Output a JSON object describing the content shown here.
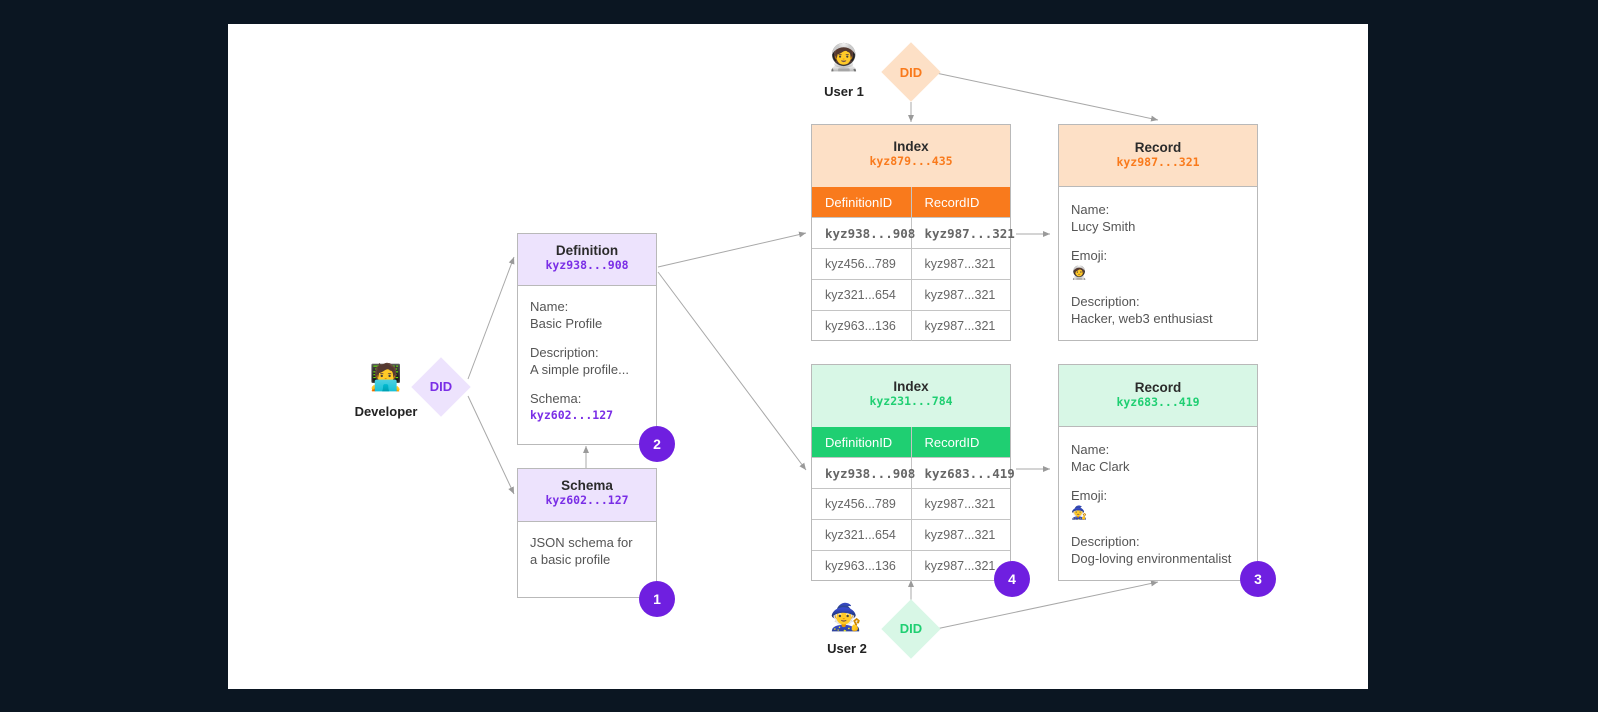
{
  "actors": {
    "developer": {
      "label": "Developer",
      "emoji": "🧑‍💻",
      "did": "DID"
    },
    "user1": {
      "label": "User 1",
      "emoji": "🧑‍🚀",
      "did": "DID"
    },
    "user2": {
      "label": "User 2",
      "emoji": "🧙",
      "did": "DID"
    }
  },
  "definition": {
    "title": "Definition",
    "id": "kyz938...908",
    "fields": [
      {
        "label": "Name:",
        "value": "Basic Profile"
      },
      {
        "label": "Description:",
        "value": "A simple profile..."
      },
      {
        "label": "Schema:",
        "value": "kyz602...127"
      }
    ],
    "badge": "2"
  },
  "schema": {
    "title": "Schema",
    "id": "kyz602...127",
    "body_line1": "JSON schema for",
    "body_line2": "a basic profile",
    "badge": "1"
  },
  "index1": {
    "title": "Index",
    "id": "kyz879...435",
    "columns": [
      "DefinitionID",
      "RecordID"
    ],
    "rows": [
      [
        "kyz938...908",
        "kyz987...321"
      ],
      [
        "kyz456...789",
        "kyz987...321"
      ],
      [
        "kyz321...654",
        "kyz987...321"
      ],
      [
        "kyz963...136",
        "kyz987...321"
      ]
    ]
  },
  "index2": {
    "title": "Index",
    "id": "kyz231...784",
    "columns": [
      "DefinitionID",
      "RecordID"
    ],
    "rows": [
      [
        "kyz938...908",
        "kyz683...419"
      ],
      [
        "kyz456...789",
        "kyz987...321"
      ],
      [
        "kyz321...654",
        "kyz987...321"
      ],
      [
        "kyz963...136",
        "kyz987...321"
      ]
    ],
    "badge": "4"
  },
  "record1": {
    "title": "Record",
    "id": "kyz987...321",
    "name_label": "Name:",
    "name": "Lucy Smith",
    "emoji_label": "Emoji:",
    "emoji": "🧑‍🚀",
    "desc_label": "Description:",
    "desc": "Hacker, web3 enthusiast"
  },
  "record2": {
    "title": "Record",
    "id": "kyz683...419",
    "name_label": "Name:",
    "name": "Mac Clark",
    "emoji_label": "Emoji:",
    "emoji": "🧙",
    "desc_label": "Description:",
    "desc": "Dog-loving environmentalist",
    "badge": "3"
  },
  "colors": {
    "purple": "#7a2ee6",
    "purple_light": "#ede3fd",
    "orange": "#f97a1c",
    "orange_light": "#fde0c6",
    "green": "#1fcf72",
    "green_light": "#d8f7e6",
    "badge": "#6f1fe0"
  }
}
